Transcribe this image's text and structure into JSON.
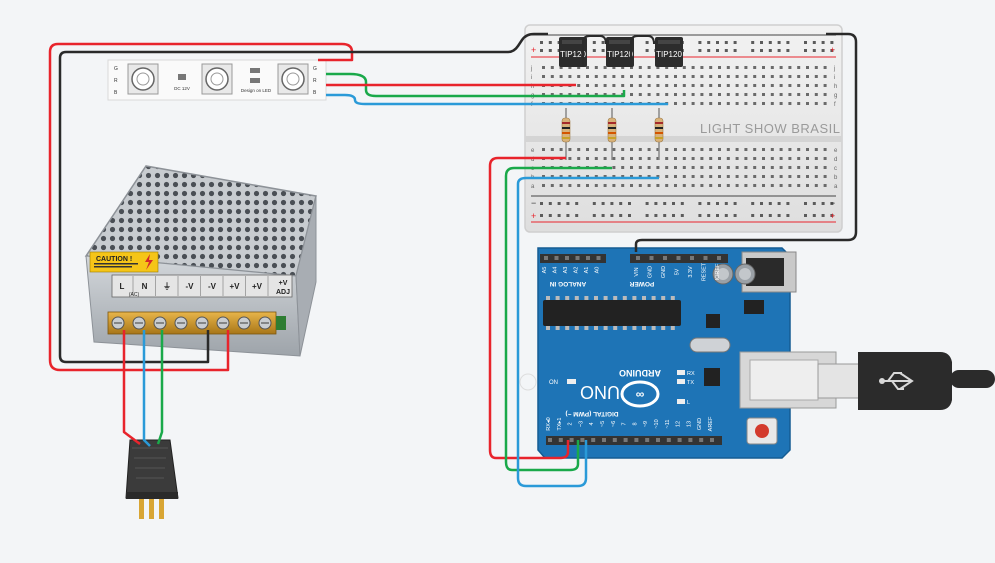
{
  "colors": {
    "canvas": "#f3f5f7",
    "wire_red": "#e8242c",
    "wire_green": "#1aa94a",
    "wire_blue": "#2a9ad8",
    "wire_black": "#2a2a2a",
    "arduino": "#1e74b6",
    "arduino_dark": "#155d94",
    "breadboard": "#e9e9e9",
    "transistor": "#2c2c2c",
    "psu_metal": "#b9bec4"
  },
  "breadboard": {
    "watermark": "LIGHT SHOW BRASIL",
    "plus": "+",
    "minus": "−",
    "row_letters_top": [
      "j",
      "i",
      "h",
      "g",
      "f"
    ],
    "row_letters_bottom": [
      "e",
      "d",
      "c",
      "b",
      "a"
    ]
  },
  "transistors": [
    "TIP120",
    "TIP120",
    "TIP120"
  ],
  "led_strip": {
    "voltage": "DC 12V",
    "brand": "Design on LED",
    "pins_left": [
      "G",
      "R",
      "B"
    ],
    "pins_right": [
      "G",
      "R",
      "B"
    ]
  },
  "power_supply": {
    "caution": "CAUTION !",
    "terminals": [
      "L",
      "N",
      "⏚",
      "-V",
      "-V",
      "+V",
      "+V"
    ],
    "ac_label": "(AC)",
    "adj_top": "+V",
    "adj_bottom": "ADJ"
  },
  "arduino": {
    "model": "UNO",
    "brand": "ARDUINO",
    "analog_label": "ANALOG IN",
    "power_label": "POWER",
    "digital_label": "DIGITAL (PWM ~)",
    "analog_pins": [
      "A5",
      "A4",
      "A3",
      "A2",
      "A1",
      "A0"
    ],
    "power_pins": [
      "VIN",
      "GND",
      "GND",
      "5V",
      "3.3V",
      "RESET",
      "IOREF"
    ],
    "on_label": "ON",
    "tx_label": "TX",
    "rx_label": "RX",
    "l_label": "L",
    "digital_pins": [
      "RX◂0",
      "TX▸1",
      "2",
      "~3",
      "4",
      "~5",
      "~6",
      "7",
      "8",
      "~9",
      "~10",
      "~11",
      "12",
      "13",
      "GND",
      "AREF"
    ]
  },
  "icons": [
    "usb-icon",
    "lightning-icon"
  ]
}
